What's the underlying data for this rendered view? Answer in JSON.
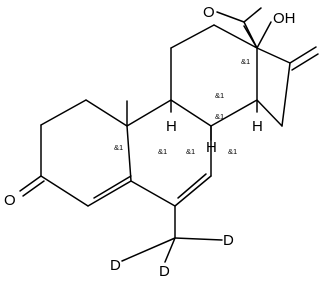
{
  "atoms": {
    "O_ketone": "O",
    "O_acetyl": "O",
    "OH": "OH",
    "H8": "H",
    "H9": "H",
    "H14": "H",
    "D1": "D",
    "D2": "D",
    "D3": "D"
  },
  "stereo_label": "&1"
}
